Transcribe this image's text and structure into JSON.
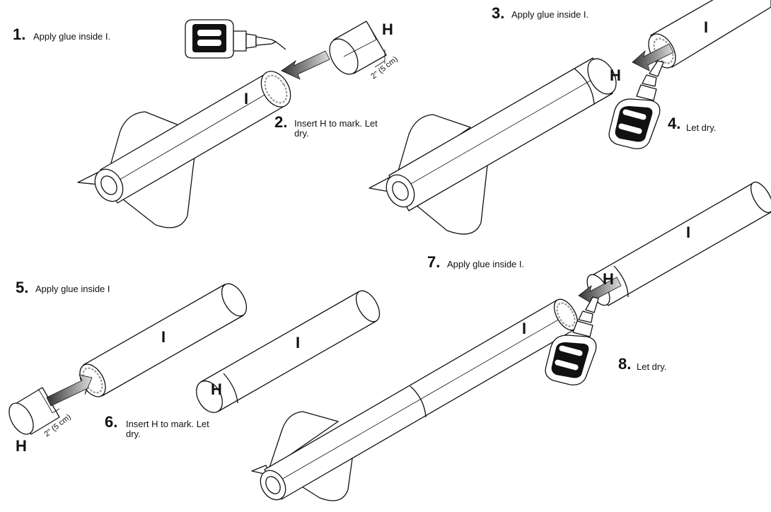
{
  "steps": [
    {
      "number": "1.",
      "text": "Apply glue inside I."
    },
    {
      "number": "2.",
      "text_line1": "Insert H to mark. Let",
      "text_line2": "dry."
    },
    {
      "number": "3.",
      "text": "Apply glue inside I."
    },
    {
      "number": "4.",
      "text": "Let dry."
    },
    {
      "number": "5.",
      "text": "Apply glue inside I"
    },
    {
      "number": "6.",
      "text_line1": "Insert H to mark. Let",
      "text_line2": "dry."
    },
    {
      "number": "7.",
      "text": "Apply glue inside I."
    },
    {
      "number": "8.",
      "text": "Let dry."
    }
  ],
  "parts": {
    "H": "H",
    "I": "I"
  },
  "dimension": "2\" (5 cm)"
}
